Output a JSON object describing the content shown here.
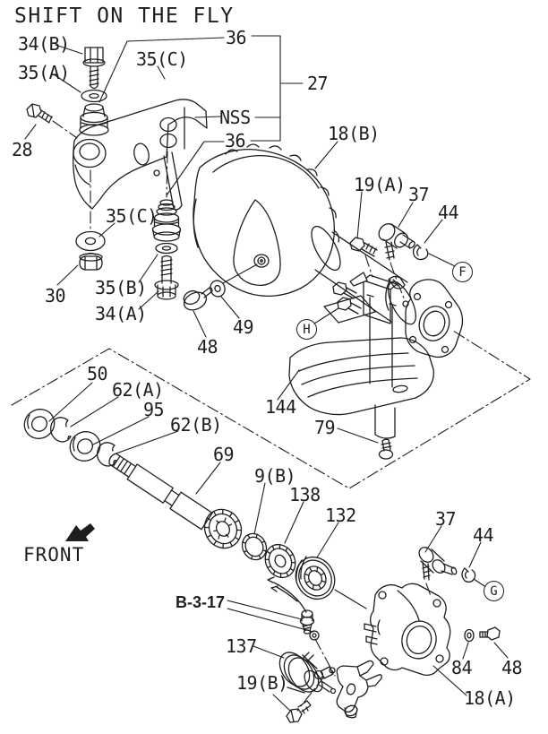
{
  "title": "SHIFT ON THE FLY",
  "front_marker": "FRONT",
  "colors": {
    "ink": "#1e1e1e",
    "background": "#ffffff"
  },
  "callouts": {
    "c34B": "34(B)",
    "c35A": "35(A)",
    "c28": "28",
    "c35C_top": "35(C)",
    "c36_top": "36",
    "cNSS": "NSS",
    "c36_mid": "36",
    "c27": "27",
    "c18B": "18(B)",
    "c35C_left": "35(C)",
    "c30": "30",
    "c35B": "35(B)",
    "c34A": "34(A)",
    "c19A": "19(A)",
    "c37_top": "37",
    "c44_top": "44",
    "c48_top": "48",
    "c49": "49",
    "c144": "144",
    "c79": "79",
    "c50": "50",
    "c62A": "62(A)",
    "c95": "95",
    "c62B": "62(B)",
    "c69": "69",
    "c9B": "9(B)",
    "c138": "138",
    "c132": "132",
    "cB317": "B-3-17",
    "c137": "137",
    "c19B": "19(B)",
    "c37_bot": "37",
    "c44_bot": "44",
    "c84": "84",
    "c48_bot": "48",
    "c18A": "18(A)"
  },
  "circled_letters": {
    "F": "F",
    "G": "G",
    "H": "H"
  }
}
